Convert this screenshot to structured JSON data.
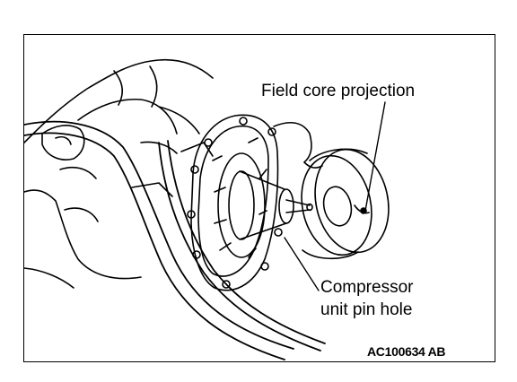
{
  "labels": {
    "field_core_projection": "Field core projection",
    "compressor_line1": "Compressor",
    "compressor_line2": "unit pin hole"
  },
  "figure_id": "AC100634 AB",
  "colors": {
    "ink": "#000000",
    "paper": "#ffffff"
  }
}
